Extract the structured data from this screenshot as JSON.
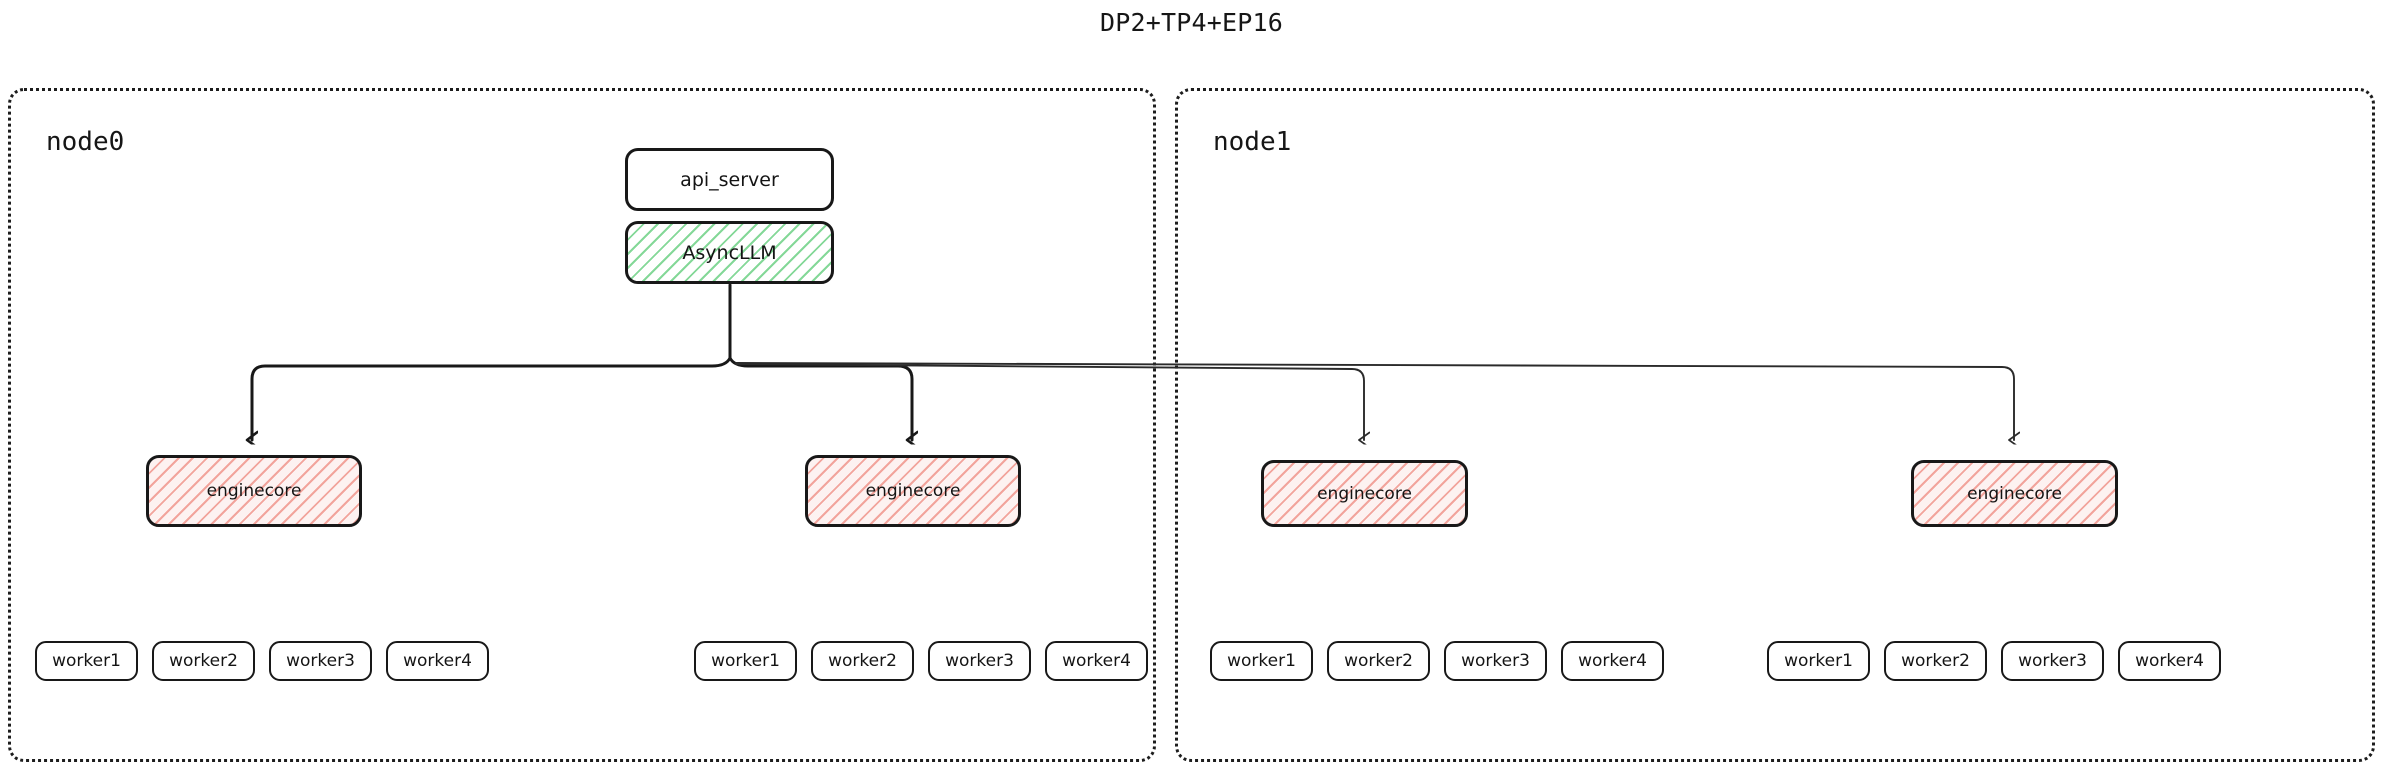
{
  "title": "DP2+TP4+EP16",
  "colors": {
    "stroke": "#181818",
    "text": "#141414",
    "container_stroke": "#1d1d1d",
    "async_hatch": "#7ed692",
    "engine_hatch": "#f0968d",
    "engine_fill": "#fdf2f1",
    "background": "#ffffff"
  },
  "nodes": [
    {
      "id": "node0",
      "label": "node0"
    },
    {
      "id": "node1",
      "label": "node1"
    }
  ],
  "blocks": {
    "api_server": {
      "label": "api_server"
    },
    "async_llm": {
      "label": "AsyncLLM"
    }
  },
  "enginecores": [
    {
      "id": "ec0",
      "label": "enginecore",
      "node": "node0"
    },
    {
      "id": "ec1",
      "label": "enginecore",
      "node": "node0"
    },
    {
      "id": "ec2",
      "label": "enginecore",
      "node": "node1"
    },
    {
      "id": "ec3",
      "label": "enginecore",
      "node": "node1"
    }
  ],
  "worker_groups": [
    {
      "id": "wg0",
      "node": "node0",
      "workers": [
        {
          "label": "worker1"
        },
        {
          "label": "worker2"
        },
        {
          "label": "worker3"
        },
        {
          "label": "worker4"
        }
      ]
    },
    {
      "id": "wg1",
      "node": "node0",
      "workers": [
        {
          "label": "worker1"
        },
        {
          "label": "worker2"
        },
        {
          "label": "worker3"
        },
        {
          "label": "worker4"
        }
      ]
    },
    {
      "id": "wg2",
      "node": "node1",
      "workers": [
        {
          "label": "worker1"
        },
        {
          "label": "worker2"
        },
        {
          "label": "worker3"
        },
        {
          "label": "worker4"
        }
      ]
    },
    {
      "id": "wg3",
      "node": "node1",
      "workers": [
        {
          "label": "worker1"
        },
        {
          "label": "worker2"
        },
        {
          "label": "worker3"
        },
        {
          "label": "worker4"
        }
      ]
    }
  ],
  "edges": [
    {
      "from": "async_llm",
      "to": "ec0"
    },
    {
      "from": "async_llm",
      "to": "ec1"
    },
    {
      "from": "async_llm",
      "to": "ec2"
    },
    {
      "from": "async_llm",
      "to": "ec3"
    }
  ]
}
